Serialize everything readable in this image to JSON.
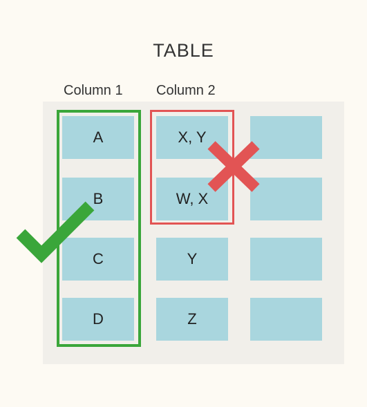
{
  "title": "TABLE",
  "columns": {
    "col1_header": "Column 1",
    "col2_header": "Column 2"
  },
  "cells": {
    "col1": [
      "A",
      "B",
      "C",
      "D"
    ],
    "col2": [
      "X, Y",
      "W, X",
      "Y",
      "Z"
    ],
    "col3": [
      "",
      "",
      "",
      ""
    ]
  },
  "colors": {
    "cell_fill": "#a9d6de",
    "table_bg": "#f1efea",
    "valid_green": "#3aa63a",
    "invalid_red": "#e25454"
  },
  "icons": {
    "valid": "checkmark-icon",
    "invalid": "cross-icon"
  }
}
